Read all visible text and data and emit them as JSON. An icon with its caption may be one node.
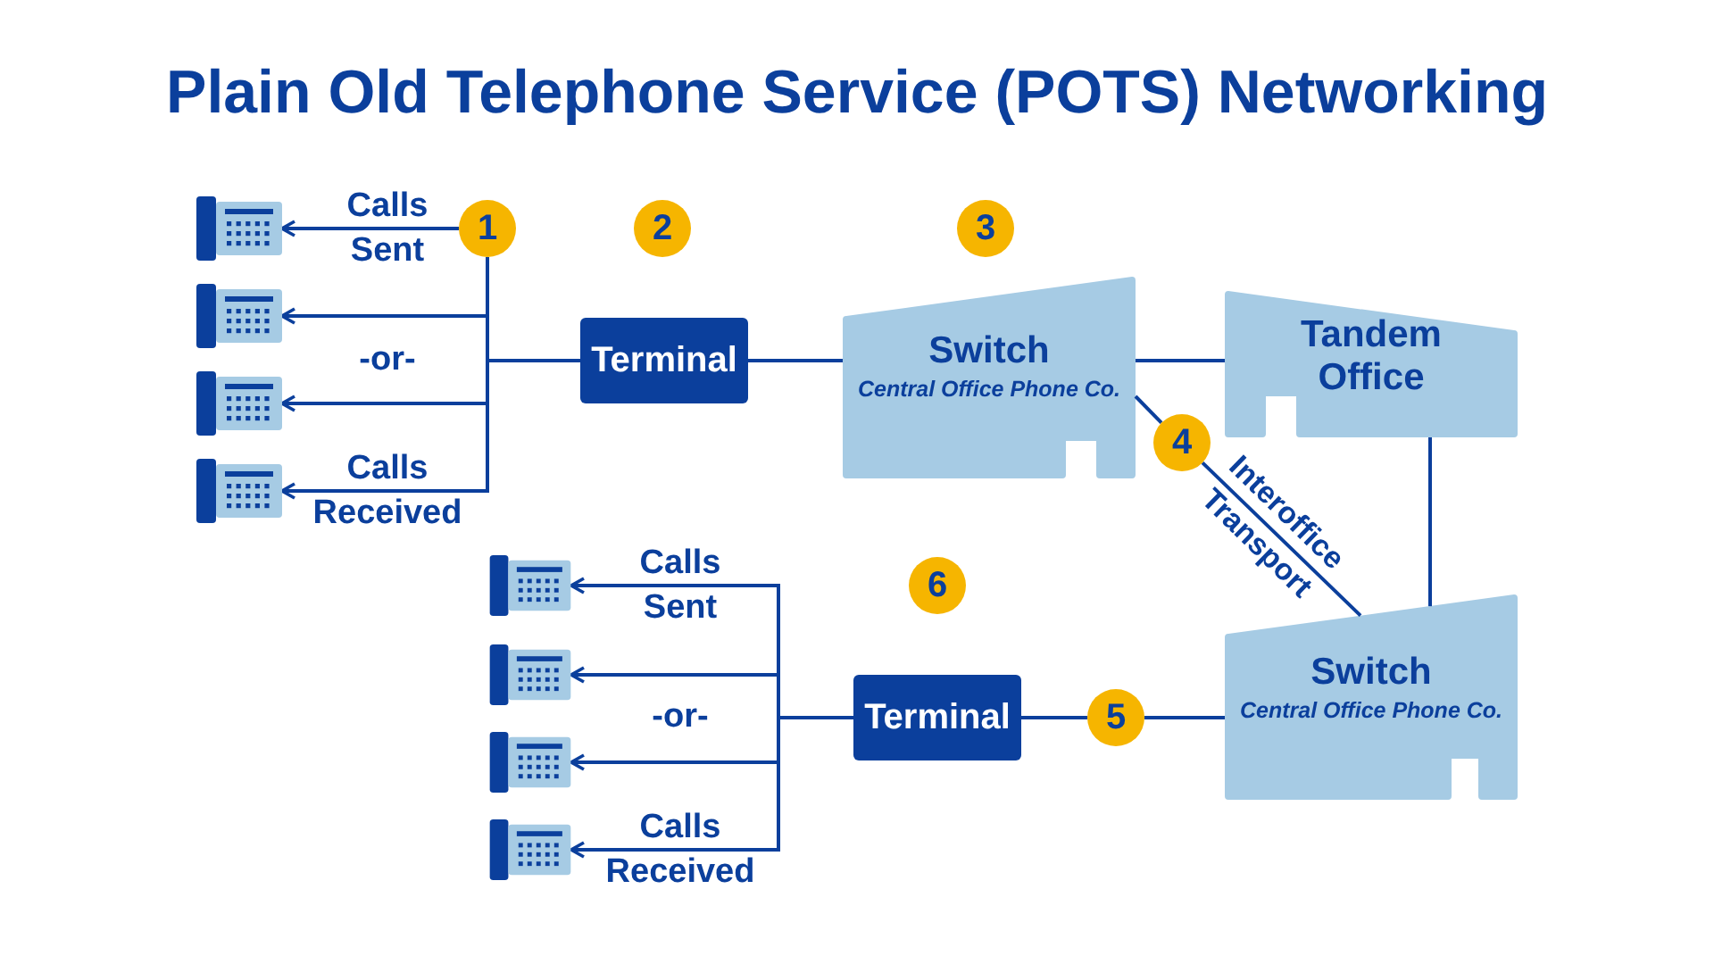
{
  "diagram": {
    "title": "Plain Old Telephone Service (POTS) Networking",
    "nodes": [
      {
        "text": [],
        "shape": "picture"
      },
      {
        "text": [],
        "shape": "picture"
      },
      {
        "text": [],
        "shape": "picture"
      },
      {
        "text": [],
        "shape": "picture"
      },
      {
        "text": [
          "Terminal"
        ]
      },
      {
        "text": [
          "Switch",
          "Central Office Phone Co."
        ]
      },
      {
        "text": [
          "Tandem Office"
        ]
      },
      {
        "text": [
          "Switch",
          "Central Office Phone Co."
        ]
      },
      {
        "text": [
          "Terminal"
        ]
      },
      {
        "text": [],
        "shape": "picture"
      },
      {
        "text": [],
        "shape": "picture"
      },
      {
        "text": [],
        "shape": "picture"
      },
      {
        "text": [],
        "shape": "picture"
      },
      {
        "text": [
          "1"
        ]
      },
      {
        "text": [
          "2"
        ]
      },
      {
        "text": [
          "3"
        ]
      },
      {
        "text": [
          "4"
        ]
      },
      {
        "text": [
          "5"
        ]
      },
      {
        "text": [
          "6"
        ]
      }
    ],
    "edges": [
      {
        "from": 13,
        "to": 0,
        "arrow": "to"
      },
      {
        "from": 4,
        "to": 13,
        "arrow": "none"
      },
      {
        "from": 4,
        "to": 1,
        "arrow": "to"
      },
      {
        "from": 4,
        "to": 2,
        "arrow": "to"
      },
      {
        "from": 4,
        "to": 3,
        "arrow": "to"
      },
      {
        "from": 4,
        "to": 5,
        "arrow": "none"
      },
      {
        "from": 5,
        "to": 6,
        "arrow": "none"
      },
      {
        "from": 5,
        "to": 16,
        "arrow": "none"
      },
      {
        "from": 16,
        "to": 7,
        "arrow": "none",
        "label": "Interoffice Transport"
      },
      {
        "from": 6,
        "to": 7,
        "arrow": "none"
      },
      {
        "from": 8,
        "to": 17,
        "arrow": "none"
      },
      {
        "from": 17,
        "to": 7,
        "arrow": "none"
      },
      {
        "from": 8,
        "to": 9,
        "arrow": "to"
      },
      {
        "from": 8,
        "to": 10,
        "arrow": "to"
      },
      {
        "from": 8,
        "to": 11,
        "arrow": "to"
      },
      {
        "from": 8,
        "to": 12,
        "arrow": "to"
      }
    ],
    "labels": [
      "Calls Sent",
      "-or-",
      "Calls Received",
      "Calls Sent",
      "-or-",
      "Calls Received"
    ]
  }
}
